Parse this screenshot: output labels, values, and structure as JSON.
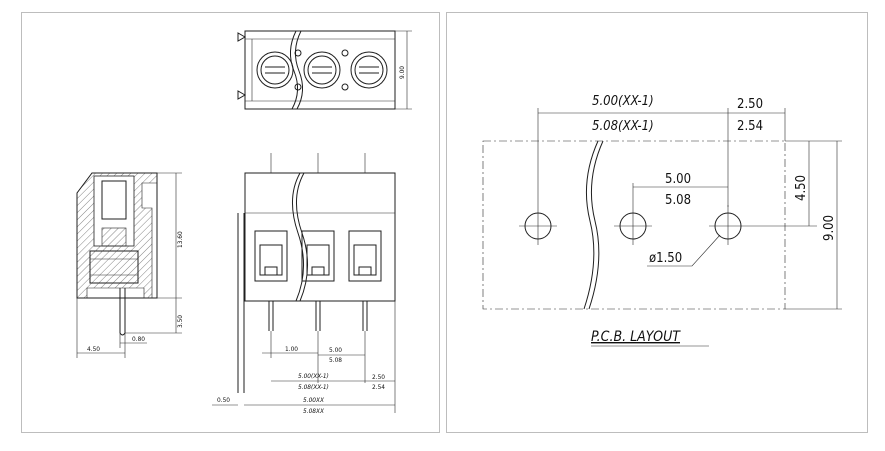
{
  "left_drawing": {
    "side_height": "13.60",
    "pin_height": "3.50",
    "side_pin_offset": "0.80",
    "side_width": "4.50",
    "top_height": "9.00",
    "front_pin_offset": "1.00",
    "pitch_a": "5.00",
    "pitch_b": "5.08",
    "overall_a": "5.00(XX-1)",
    "overall_b": "5.08(XX-1)",
    "end_a": "2.50",
    "end_b": "2.54",
    "pin_width": "0.50",
    "total_a": "5.00XX",
    "total_b": "5.08XX"
  },
  "pcb_layout": {
    "title": "P.C.B. LAYOUT",
    "overall_a": "5.00(XX-1)",
    "overall_b": "5.08(XX-1)",
    "end_a": "2.50",
    "end_b": "2.54",
    "pitch_a": "5.00",
    "pitch_b": "5.08",
    "hole_offset": "4.50",
    "height": "9.00",
    "hole_diameter": "ø1.50"
  }
}
